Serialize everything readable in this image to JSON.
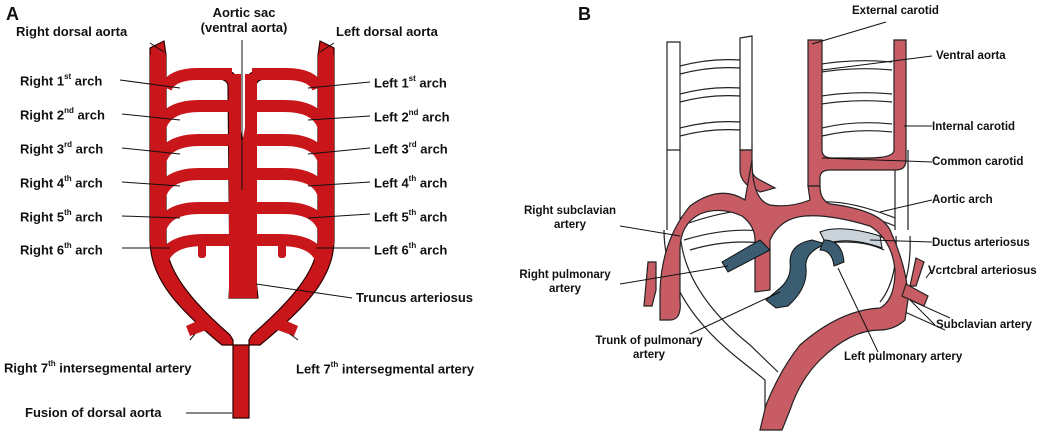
{
  "panel_a": {
    "letter": "A",
    "aortic_sac": "Aortic sac",
    "ventral_aorta": "(ventral aorta)",
    "right_dorsal_aorta": "Right dorsal aorta",
    "left_dorsal_aorta": "Left dorsal aorta",
    "right_arches": [
      {
        "pre": "Right  1",
        "sup": "st",
        "post": " arch"
      },
      {
        "pre": "Right  2",
        "sup": "nd",
        "post": " arch"
      },
      {
        "pre": "Right  3",
        "sup": "rd",
        "post": " arch"
      },
      {
        "pre": "Right  4",
        "sup": "th",
        "post": " arch"
      },
      {
        "pre": "Right  5",
        "sup": "th",
        "post": " arch"
      },
      {
        "pre": "Right  6",
        "sup": "th",
        "post": " arch"
      }
    ],
    "left_arches": [
      {
        "pre": "Left 1",
        "sup": "st",
        "post": " arch"
      },
      {
        "pre": "Left 2",
        "sup": "nd",
        "post": " arch"
      },
      {
        "pre": "Left 3",
        "sup": "rd",
        "post": " arch"
      },
      {
        "pre": "Left 4",
        "sup": "th",
        "post": " arch"
      },
      {
        "pre": "Left 5",
        "sup": "th",
        "post": " arch"
      },
      {
        "pre": "Left 6",
        "sup": "th",
        "post": " arch"
      }
    ],
    "truncus": "Truncus arteriosus",
    "right_7th": {
      "pre": "Right  7",
      "sup": "th",
      "post": " intersegmental artery"
    },
    "left_7th": {
      "pre": "Left 7",
      "sup": "th",
      "post": " intersegmental artery"
    },
    "fusion": "Fusion of dorsal aorta",
    "vessel_color": "#c8161b"
  },
  "panel_b": {
    "letter": "B",
    "external_carotid": "External carotid",
    "ventral_aorta": "Ventral aorta",
    "internal_carotid": "Internal carotid",
    "common_carotid": "Common carotid",
    "aortic_arch": "Aortic arch",
    "right_subclavian_1": "Right subclavian",
    "right_subclavian_2": "artery",
    "ductus": "Ductus arteriosus",
    "right_pulm_1": "Right pulmonary",
    "right_pulm_2": "artery",
    "vertebral": "Vcrtcbral arteriosus",
    "subclavian": "Subclavian artery",
    "trunk_1": "Trunk of pulmonary",
    "trunk_2": "artery",
    "left_pulm": "Left pulmonary artery",
    "vessel_color": "#c85c64",
    "pulmonary_color": "#3a5d72",
    "ductus_color": "#c9d3d9"
  }
}
